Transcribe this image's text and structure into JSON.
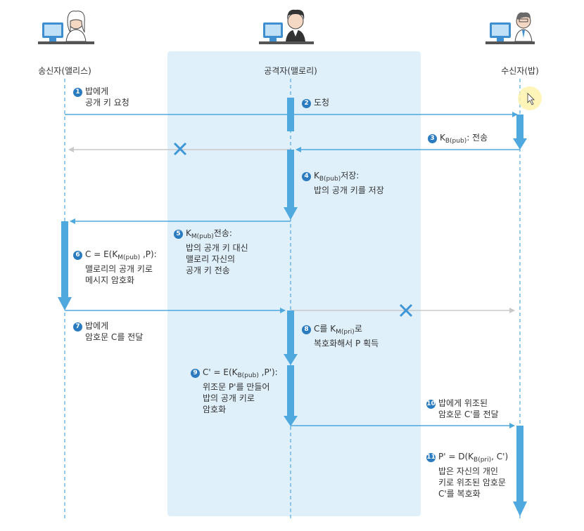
{
  "actors": {
    "sender": "송신자(앨리스)",
    "attacker": "공격자(맬로리)",
    "receiver": "수신자(밥)"
  },
  "steps": {
    "s1": {
      "num": "1",
      "lines": [
        "밥에게",
        "공개 키 요청"
      ]
    },
    "s2": {
      "num": "2",
      "lines": [
        "도청"
      ]
    },
    "s3": {
      "num": "3",
      "pre": "K",
      "sub": "B(pub)",
      "post": ": 전송"
    },
    "s4": {
      "num": "4",
      "pre": "K",
      "sub": "B(pub)",
      "post": "저장:",
      "lines": [
        "밥의 공개 키를 저장"
      ]
    },
    "s5": {
      "num": "5",
      "pre": "K",
      "sub": "M(pub)",
      "post": "전송:",
      "lines": [
        "밥의 공개 키 대신",
        "맬로리 자신의",
        "공개 키 전송"
      ]
    },
    "s6": {
      "num": "6",
      "pre": "C = E(K",
      "sub": "M(pub)",
      "post": " ,P):",
      "lines": [
        "맬로리의 공개 키로",
        "메시지 암호화"
      ]
    },
    "s7": {
      "num": "7",
      "lines": [
        "밥에게",
        "암호문 C를 전달"
      ]
    },
    "s8": {
      "num": "8",
      "pre": "C를 K",
      "sub": "M(pri)",
      "post": "로",
      "lines": [
        "복호화해서 P 획득"
      ]
    },
    "s9": {
      "num": "9",
      "pre": "C' = E(K",
      "sub": "B(pub)",
      "post": " ,P'):",
      "lines": [
        "위조문 P'를 만들어",
        "밥의 공개 키로",
        "암호화"
      ]
    },
    "s10": {
      "num": "10",
      "lines": [
        "밥에게 위조된",
        "암호문 C'를 전달"
      ]
    },
    "s11": {
      "num": "11",
      "pre": "P' = D(K",
      "sub": "B(pri)",
      "post": ", C')",
      "lines": [
        "밥은 자신의 개인",
        "키로 위조된 암호문",
        "C'를 복호화"
      ]
    }
  },
  "colors": {
    "arrow": "#4fa8de",
    "zone": "#dff0fb",
    "cross": "#3f96d6",
    "blocked": "#c8c8c8"
  }
}
